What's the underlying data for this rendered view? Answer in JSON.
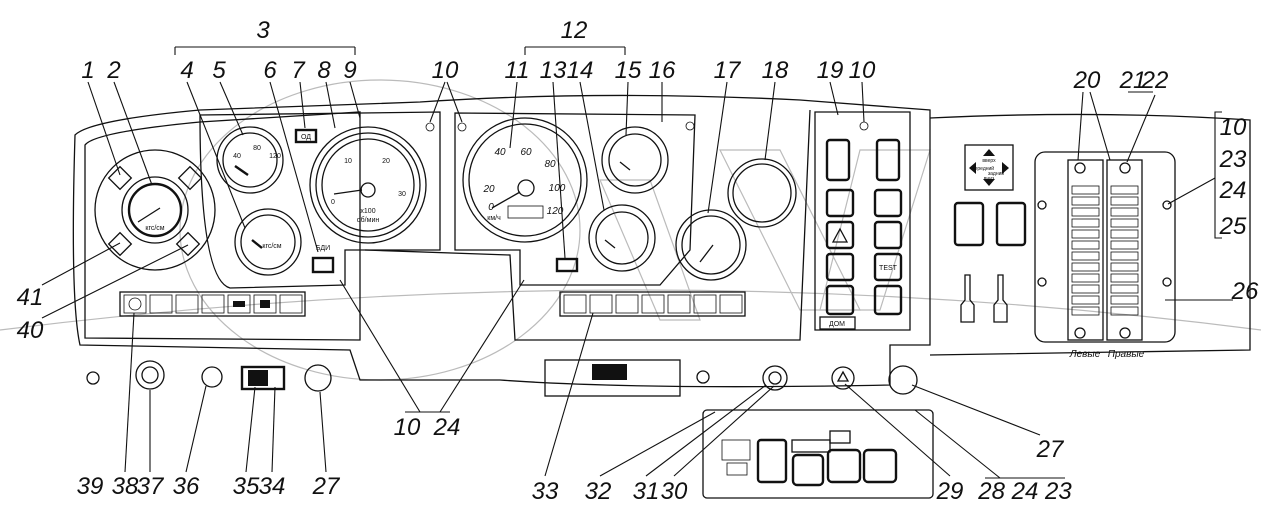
{
  "callouts": {
    "c1": "1",
    "c2": "2",
    "c3": "3",
    "c4": "4",
    "c5": "5",
    "c6": "6",
    "c7": "7",
    "c8": "8",
    "c9": "9",
    "c10a": "10",
    "c11": "11",
    "c12": "12",
    "c13": "13",
    "c14": "14",
    "c15": "15",
    "c16": "16",
    "c17": "17",
    "c18": "18",
    "c19": "19",
    "c10b": "10",
    "c20": "20",
    "c21": "21",
    "c22": "22",
    "r10": "10",
    "r23": "23",
    "r24": "24",
    "r25": "25",
    "c26": "26",
    "c27a": "27",
    "c27b": "27",
    "c41": "41",
    "c40": "40",
    "c39": "39",
    "c38": "38",
    "c37": "37",
    "c36": "36",
    "c35": "35",
    "c34": "34",
    "c10_24": "10  24",
    "c33": "33",
    "c32": "32",
    "c31": "31",
    "c30": "30",
    "c29": "29",
    "c28_24_23": "28 24 23"
  },
  "gauges": {
    "pressure_unit": "кгс/см",
    "tacho_unit1": "x100",
    "tacho_unit2": "об/мин",
    "tacho_ticks": [
      "0",
      "10",
      "20",
      "30"
    ],
    "speed_ticks": [
      "0",
      "20",
      "40",
      "60",
      "80",
      "100",
      "120"
    ],
    "speed_unit": "км/ч",
    "temp_ticks": [
      "40",
      "80",
      "120"
    ],
    "bdi": "БДИ",
    "od_label": "ОД",
    "dom_label": "ДОМ",
    "test_label": "TEST",
    "fuse_left": "Левые",
    "fuse_right": "Правые",
    "mirror_labels": [
      "вверх",
      "передний",
      "задний",
      "вниз"
    ]
  }
}
